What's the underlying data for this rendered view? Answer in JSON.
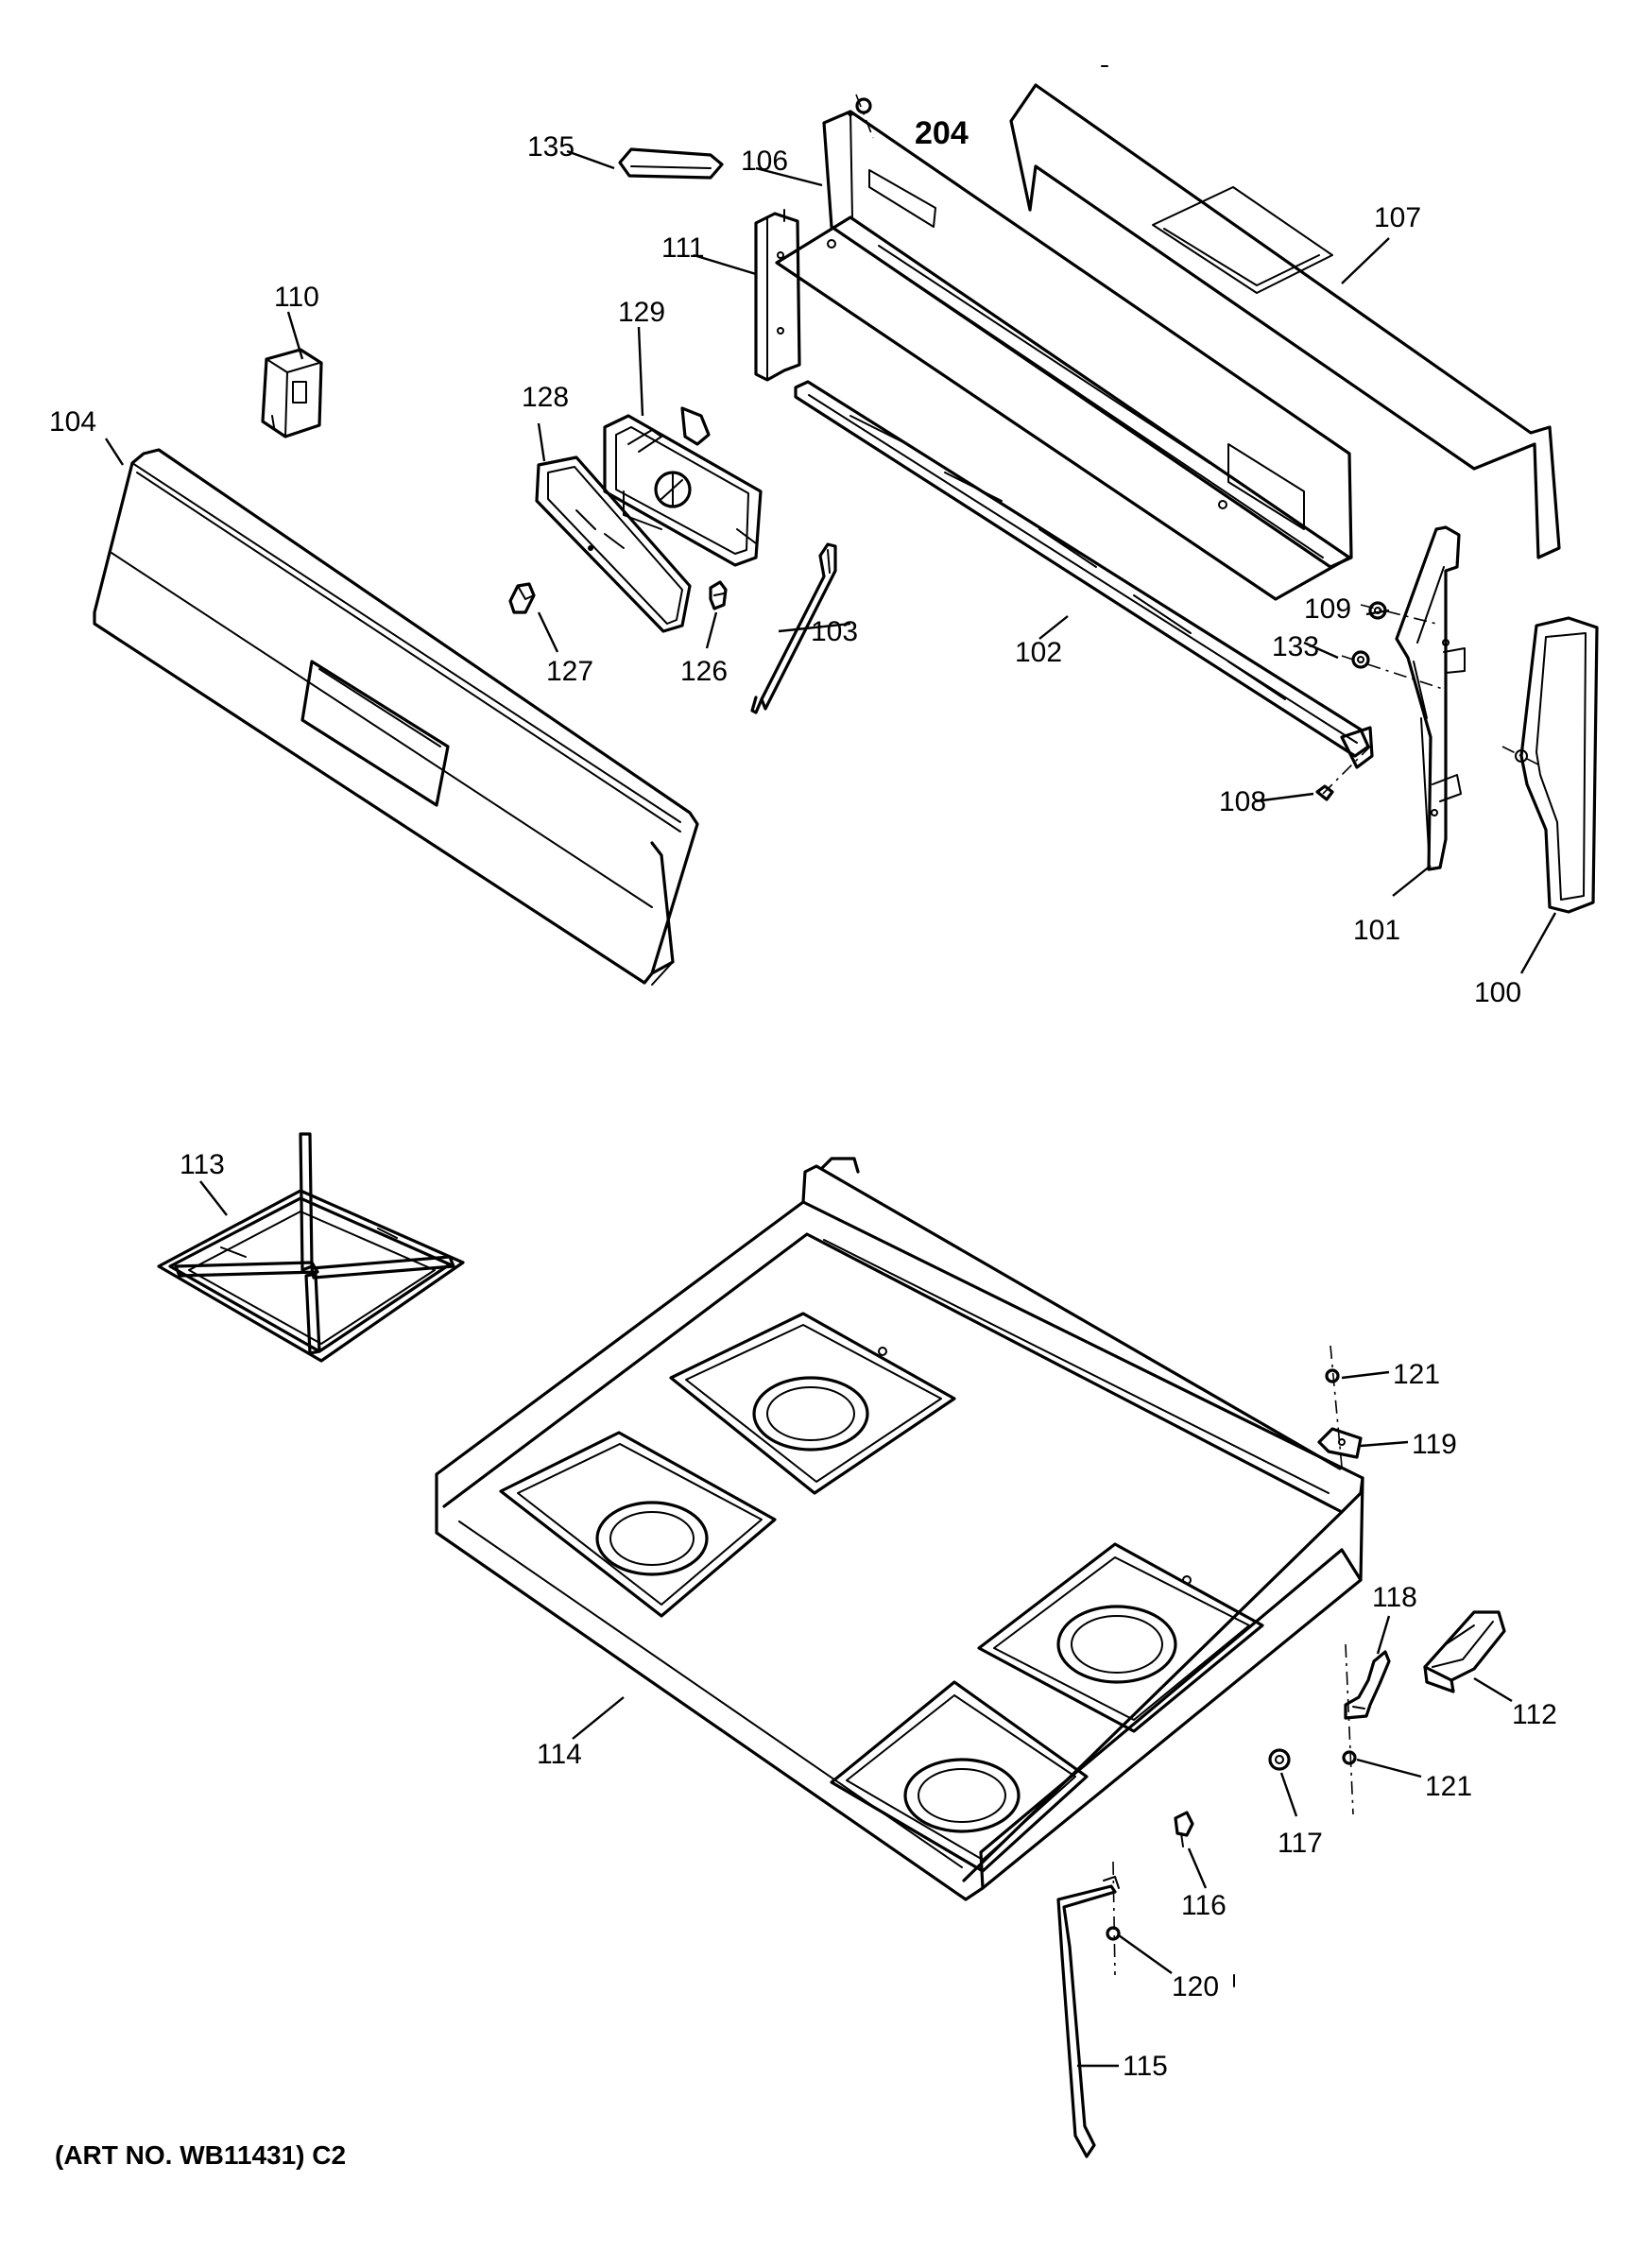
{
  "callouts": {
    "c100": "100",
    "c101": "101",
    "c102": "102",
    "c103": "103",
    "c104": "104",
    "c106": "106",
    "c107": "107",
    "c108": "108",
    "c109": "109",
    "c110": "110",
    "c111": "111",
    "c112": "112",
    "c113": "113",
    "c114": "114",
    "c115": "115",
    "c116": "116",
    "c117": "117",
    "c118": "118",
    "c119": "119",
    "c120": "120",
    "c121a": "121",
    "c121b": "121",
    "c126": "126",
    "c127": "127",
    "c128": "128",
    "c129": "129",
    "c133": "133",
    "c135": "135",
    "c204": "204"
  },
  "art_reference": "(ART NO. WB11431) C2"
}
